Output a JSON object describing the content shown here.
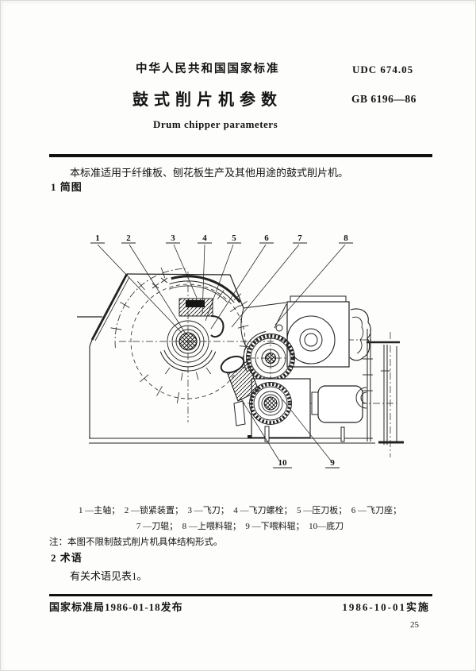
{
  "header": {
    "org": "中华人民共和国国家标准",
    "udc": "UDC  674.05",
    "title": "鼓式削片机参数",
    "code": "GB  6196—86",
    "title_en": "Drum chipper parameters"
  },
  "scope": "本标准适用于纤维板、刨花板生产及其他用途的鼓式削片机。",
  "section1": {
    "label": "1  简图"
  },
  "figure": {
    "labels": [
      "1",
      "2",
      "3",
      "4",
      "5",
      "6",
      "7",
      "8",
      "9",
      "10"
    ],
    "parts": [
      {
        "num": "1",
        "name": "主轴"
      },
      {
        "num": "2",
        "name": "锁紧装置"
      },
      {
        "num": "3",
        "name": "飞刀"
      },
      {
        "num": "4",
        "name": "飞刀螺栓"
      },
      {
        "num": "5",
        "name": "压刀板"
      },
      {
        "num": "6",
        "name": "飞刀座"
      },
      {
        "num": "7",
        "name": "刀辊"
      },
      {
        "num": "8",
        "name": "上喂料辊"
      },
      {
        "num": "9",
        "name": "下喂料辊"
      },
      {
        "num": "10",
        "name": "底刀"
      }
    ],
    "caption_line1": "1 —主轴；  2 —锁紧装置；  3 —飞刀；  4 —飞刀螺栓；  5 —压刀板；  6 —飞刀座；",
    "caption_line2": "7 —刀辊；  8 —上喂料辊；  9 —下喂料辊；  10—底刀",
    "note": "注：本图不限制鼓式削片机具体结构形式。"
  },
  "section2": {
    "label": "2  术语"
  },
  "para2": "有关术语见表1。",
  "footer": {
    "left": "国家标准局1986-01-18发布",
    "right": "1986-10-01实施",
    "page_number": "25"
  }
}
